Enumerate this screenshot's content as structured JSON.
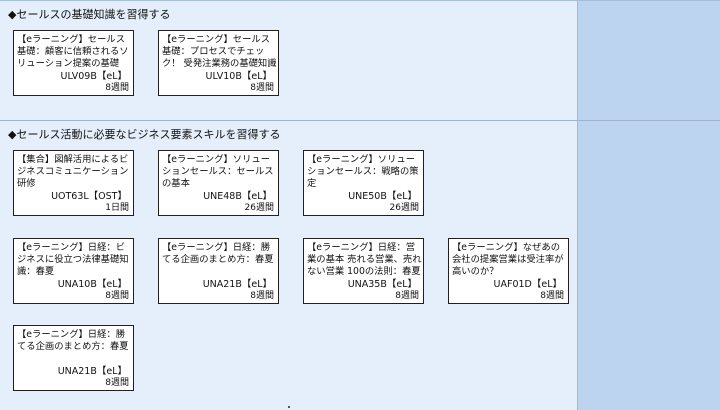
{
  "sections": [
    {
      "heading": "◆セールスの基礎知識を習得する",
      "cards": [
        {
          "title": "【eラーニング】セールス基礎：顧客に信頼されるソリューション提案の基礎",
          "code": "ULV09B【eL】",
          "duration": "8週間"
        },
        {
          "title": "【eラーニング】セールス基礎：プロセスでチェック！ 受発注業務の基礎知識",
          "code": "ULV10B【eL】",
          "duration": "8週間"
        }
      ]
    },
    {
      "heading": "◆セールス活動に必要なビジネス要素スキルを習得する",
      "cards": [
        {
          "title": "【集合】図解活用によるビジネスコミュニケーション研修",
          "code": "UOT63L【OST】",
          "duration": "1日間"
        },
        {
          "title": "【eラーニング】ソリューションセールス：セールスの基本",
          "code": "UNE48B【eL】",
          "duration": "26週間"
        },
        {
          "title": "【eラーニング】ソリューションセールス：戦略の策定",
          "code": "UNE50B【eL】",
          "duration": "26週間"
        },
        {
          "title": "【eラーニング】日経：ビジネスに役立つ法律基礎知識：春夏",
          "code": "UNA10B【eL】",
          "duration": "8週間"
        },
        {
          "title": "【eラーニング】日経：勝てる企画のまとめ方：春夏",
          "code": "UNA21B【eL】",
          "duration": "8週間"
        },
        {
          "title": "【eラーニング】日経：営業の基本 売れる営業、売れない営業 100の法則：春夏",
          "code": "UNA35B【eL】",
          "duration": "8週間"
        },
        {
          "title": "【eラーニング】なぜあの会社の提案営業は受注率が高いのか？",
          "code": "UAF01D【eL】",
          "duration": "8週間"
        },
        {
          "title": "【eラーニング】日経：勝てる企画のまとめ方：春夏",
          "code": "UNA21B【eL】",
          "duration": "8週間"
        }
      ]
    }
  ]
}
